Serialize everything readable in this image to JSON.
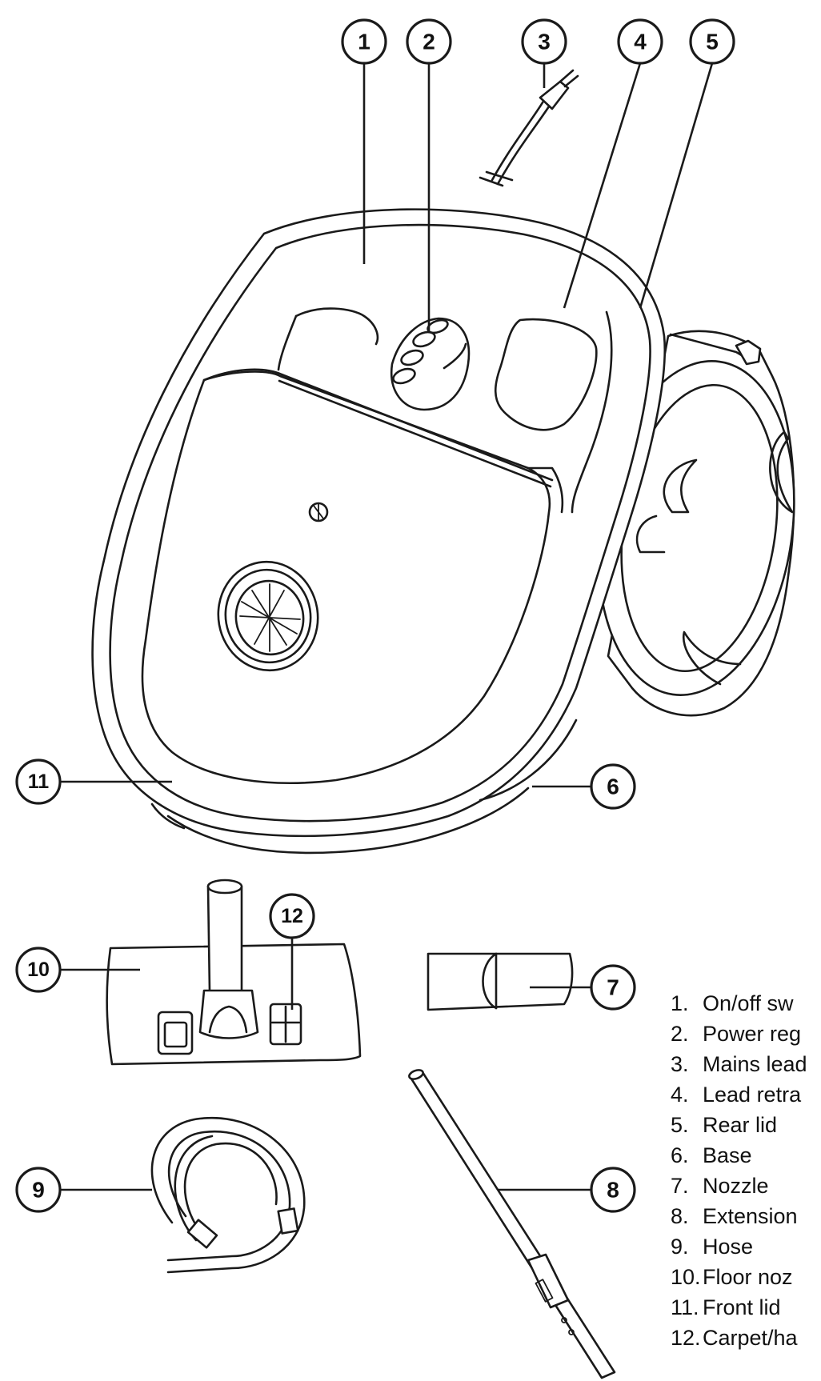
{
  "callouts": [
    {
      "id": "1",
      "label": "1"
    },
    {
      "id": "2",
      "label": "2"
    },
    {
      "id": "3",
      "label": "3"
    },
    {
      "id": "4",
      "label": "4"
    },
    {
      "id": "5",
      "label": "5"
    },
    {
      "id": "6",
      "label": "6"
    },
    {
      "id": "7",
      "label": "7"
    },
    {
      "id": "8",
      "label": "8"
    },
    {
      "id": "9",
      "label": "9"
    },
    {
      "id": "10",
      "label": "10"
    },
    {
      "id": "11",
      "label": "11"
    },
    {
      "id": "12",
      "label": "12"
    }
  ],
  "legend": [
    {
      "num": "1.",
      "text": "On/off sw"
    },
    {
      "num": "2.",
      "text": "Power reg"
    },
    {
      "num": "3.",
      "text": "Mains lead"
    },
    {
      "num": "4.",
      "text": "Lead retra"
    },
    {
      "num": "5.",
      "text": "Rear lid"
    },
    {
      "num": "6.",
      "text": "Base"
    },
    {
      "num": "7.",
      "text": "Nozzle"
    },
    {
      "num": "8.",
      "text": "Extension"
    },
    {
      "num": "9.",
      "text": "Hose"
    },
    {
      "num": "10.",
      "text": "Floor noz"
    },
    {
      "num": "11.",
      "text": "Front lid"
    },
    {
      "num": "12.",
      "text": "Carpet/ha"
    }
  ],
  "colors": {
    "line": "#1a1a1a",
    "background": "#ffffff",
    "text": "#111111"
  }
}
